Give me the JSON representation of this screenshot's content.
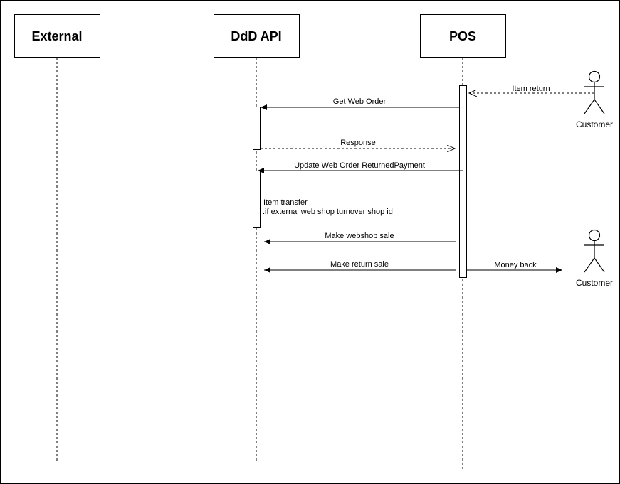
{
  "participants": {
    "external": "External",
    "ddd_api": "DdD API",
    "pos": "POS"
  },
  "actors": {
    "customer_top": "Customer",
    "customer_bottom": "Customer"
  },
  "messages": {
    "item_return": "Item return",
    "get_web_order": "Get Web Order",
    "response": "Response",
    "update_web_order": "Update Web Order ReturnedPayment",
    "item_transfer_line1": "Item transfer",
    "item_transfer_line2": ".if external web shop turnover shop id",
    "make_webshop_sale": "Make webshop sale",
    "make_return_sale": "Make return sale",
    "money_back": "Money back"
  }
}
